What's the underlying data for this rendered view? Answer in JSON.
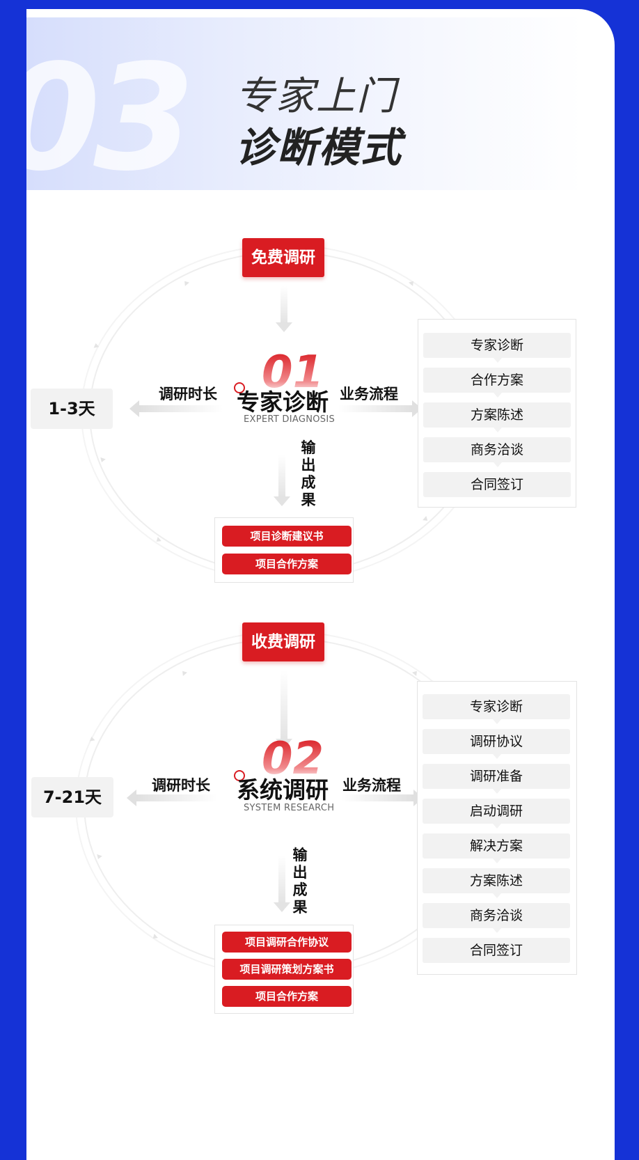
{
  "header": {
    "number": "03",
    "title_line1": "专家上门",
    "title_line2": "诊断模式"
  },
  "sections": [
    {
      "badge": "免费调研",
      "duration_label": "调研时长",
      "duration_value": "1-3天",
      "process_label": "业务流程",
      "number": "01",
      "title": "专家诊断",
      "subtitle": "EXPERT DIAGNOSIS",
      "output_label": [
        "输",
        "出",
        "成",
        "果"
      ],
      "outputs": [
        "项目诊断建议书",
        "项目合作方案"
      ],
      "steps": [
        "专家诊断",
        "合作方案",
        "方案陈述",
        "商务洽谈",
        "合同签订"
      ]
    },
    {
      "badge": "收费调研",
      "duration_label": "调研时长",
      "duration_value": "7-21天",
      "process_label": "业务流程",
      "number": "02",
      "title": "系统调研",
      "subtitle": "SYSTEM RESEARCH",
      "output_label": [
        "输",
        "出",
        "成",
        "果"
      ],
      "outputs": [
        "项目调研合作协议",
        "项目调研策划方案书",
        "项目合作方案"
      ],
      "steps": [
        "专家诊断",
        "调研协议",
        "调研准备",
        "启动调研",
        "解决方案",
        "方案陈述",
        "商务洽谈",
        "合同签订"
      ]
    }
  ],
  "colors": {
    "background": "#1532d6",
    "accent_red": "#d91c22",
    "panel_gray": "#f2f2f2"
  }
}
